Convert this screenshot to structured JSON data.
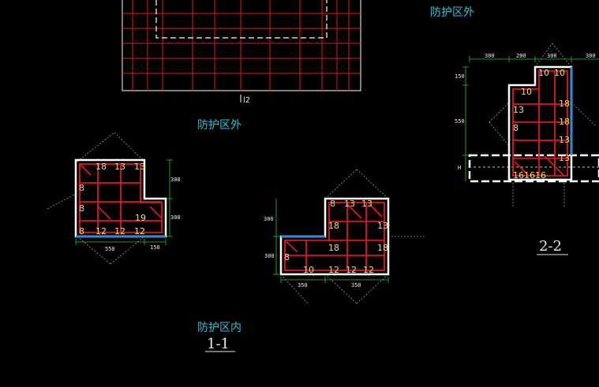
{
  "zone_labels": {
    "outside_top": "防护区外",
    "outside_mid": "防护区外",
    "inside": "防护区内"
  },
  "section_titles": {
    "s11": "1-1",
    "s22": "2-2"
  },
  "grid_marker": "l2",
  "colors": {
    "background": "#000000",
    "concrete_outline": "#ffffff",
    "rebar": "#e01818",
    "dimension": "#22c322",
    "zone_label": "#29c3d6",
    "waterproof": "#2a8fe0"
  },
  "dims": {
    "sec1_bottom_left": "550",
    "sec1_bottom_right": "150",
    "sec1_right_top": "300",
    "sec1_right_bottom": "300",
    "sec2_left": "300",
    "sec2_left_low": "300",
    "sec2_bottom_left": "350",
    "sec2_bottom_right": "350",
    "sec3_top_1": "300",
    "sec3_top_2": "200",
    "sec3_top_3": "300",
    "sec3_top_4": "300",
    "sec3_left_1": "150",
    "sec3_left_2": "550",
    "sec3_left_3": "H"
  },
  "bar_marks": {
    "sec1": [
      "18",
      "13",
      "13",
      "8",
      "8",
      "8",
      "12",
      "12",
      "19",
      "12"
    ],
    "sec2": [
      "8",
      "13",
      "13",
      "18",
      "18",
      "13",
      "18",
      "8",
      "12",
      "12",
      "12",
      "10"
    ],
    "sec3": [
      "10",
      "10",
      "10",
      "18",
      "18",
      "13",
      "13",
      "13",
      "8",
      "16",
      "16",
      "16"
    ]
  }
}
